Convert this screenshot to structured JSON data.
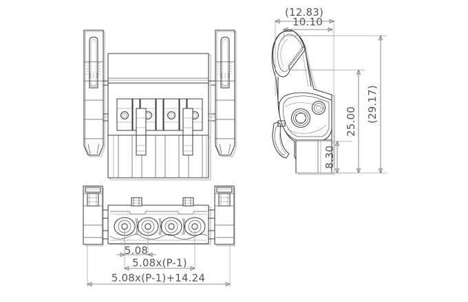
{
  "drawing": {
    "title": "Terminal block connector engineering drawing",
    "background_color": "#ffffff",
    "line_color": "#3a3a3a",
    "dimension_color": "#555555",
    "extension_color": "#9a9a9a",
    "units": "mm",
    "pole_count_visible": 4,
    "views": [
      {
        "name": "front-view",
        "label": ""
      },
      {
        "name": "side-profile-view",
        "label": ""
      },
      {
        "name": "bottom-view",
        "label": ""
      }
    ]
  },
  "dimensions": {
    "side_overall_width_ref": "(12.83)",
    "side_inner_width": "10.10",
    "side_height_main": "25.00",
    "side_height_overall_ref": "(29.17)",
    "side_base_height": "8.30",
    "pitch": "5.08",
    "pitch_span": "5.08x(P-1)",
    "total_length": "5.08x(P-1)+14.24"
  }
}
